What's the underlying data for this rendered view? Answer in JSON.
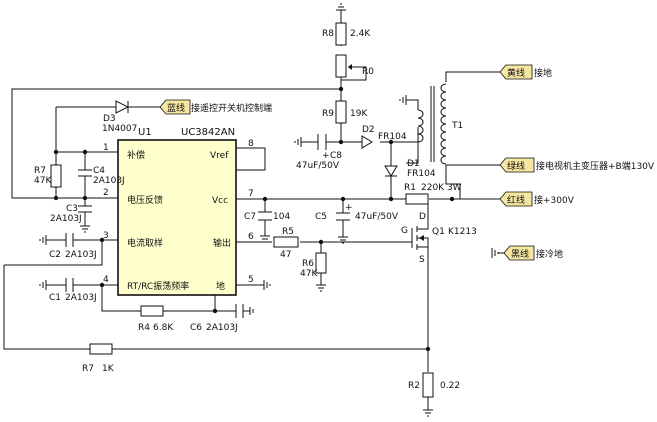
{
  "ic": {
    "ref": "U1",
    "model": "UC3842AN",
    "pins": {
      "p1": "1",
      "p2": "2",
      "p3": "3",
      "p4": "4",
      "p5": "5",
      "p6": "6",
      "p7": "7",
      "p8": "8"
    },
    "labels": {
      "comp": "补偿",
      "fb": "电压反馈",
      "cs": "电流取样",
      "rtct": "RT/RC振荡频率",
      "vref": "Vref",
      "vcc": "Vcc",
      "out": "输出",
      "gnd": "地"
    }
  },
  "components": {
    "r8": {
      "ref": "R8",
      "value": "2.4K"
    },
    "r0": {
      "ref": "R0"
    },
    "r9": {
      "ref": "R9",
      "value": "19K"
    },
    "c8": {
      "ref": "C8",
      "value": "47uF/50V",
      "pol": "+"
    },
    "d2": {
      "ref": "D2",
      "value": "FR104"
    },
    "d1": {
      "ref": "D1",
      "value": "FR104"
    },
    "d3": {
      "ref": "D3",
      "value": "1N4007"
    },
    "t1": {
      "ref": "T1"
    },
    "r1": {
      "ref": "R1",
      "value": "220K 3W"
    },
    "r7": {
      "ref": "R7",
      "value": "47K"
    },
    "c4": {
      "ref": "C4",
      "value": "2A103J"
    },
    "c3": {
      "ref": "C3",
      "value": "2A103J"
    },
    "c7": {
      "ref": "C7",
      "value": "104"
    },
    "c5": {
      "ref": "C5",
      "value": "47uF/50V",
      "pol": "+"
    },
    "r5": {
      "ref": "R5",
      "value": "47"
    },
    "r6": {
      "ref": "R6",
      "value": "47K"
    },
    "q1": {
      "ref": "Q1",
      "value": "K1213",
      "d": "D",
      "g": "G",
      "s": "S"
    },
    "c2": {
      "ref": "C2",
      "value": "2A103J"
    },
    "c1": {
      "ref": "C1",
      "value": "2A103J"
    },
    "r4": {
      "ref": "R4",
      "value": "6.8K"
    },
    "c6": {
      "ref": "C6",
      "value": "2A103J"
    },
    "r7b": {
      "ref": "R7",
      "value": "1K"
    },
    "r2": {
      "ref": "R2",
      "value": "0.22"
    }
  },
  "tags": {
    "blue": {
      "wire": "蓝线",
      "text": "接遥控开关机控制端",
      "color": "#f5e6a0"
    },
    "yellow": {
      "wire": "黄线",
      "text": "接地",
      "color": "#f5e6a0"
    },
    "green": {
      "wire": "绿线",
      "text": "接电视机主变压器+B端130V",
      "color": "#f5e6a0"
    },
    "red": {
      "wire": "红线",
      "text": "接+300V",
      "color": "#f5e6a0"
    },
    "black": {
      "wire": "黑线",
      "text": "接冷地",
      "color": "#f5e6a0"
    }
  },
  "colors": {
    "ic_fill": "#ffffcc",
    "tag_fill": "#f5e6a0",
    "wire": "#111111"
  }
}
